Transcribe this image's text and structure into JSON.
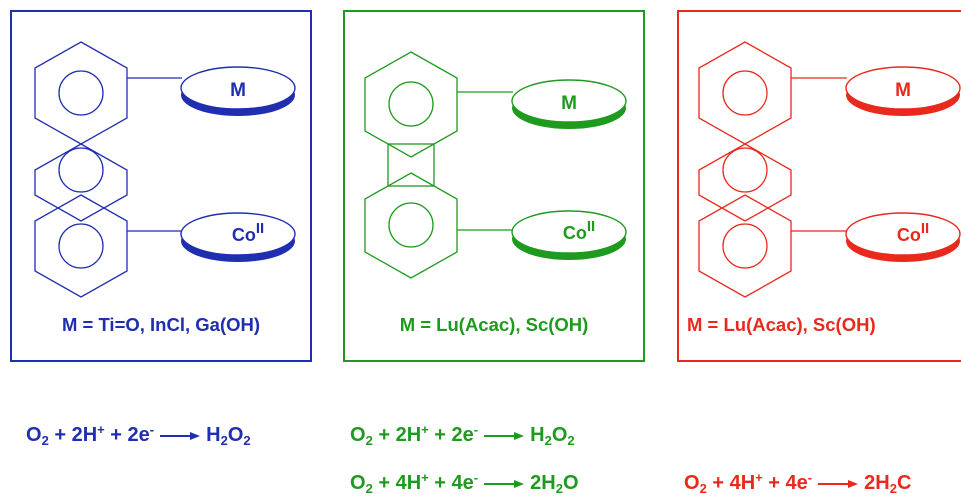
{
  "colors": {
    "blue": "#1f2fb0",
    "green": "#1e9b1e",
    "red": "#e8291c"
  },
  "panels": [
    {
      "metal_label": "M",
      "cobalt_label": "Co",
      "cobalt_sup": "II",
      "caption": "M = Ti=O, InCl, Ga(OH)"
    },
    {
      "metal_label": "M",
      "cobalt_label": "Co",
      "cobalt_sup": "II",
      "caption": "M = Lu(Acac), Sc(OH)"
    },
    {
      "metal_label": "M",
      "cobalt_label": "Co",
      "cobalt_sup": "II",
      "caption": "M = Lu(Acac), Sc(OH)"
    }
  ],
  "equations": {
    "eq1": {
      "lhs_a": "O",
      "lhs_a_sub": "2",
      "lhs_b": " + 2H",
      "lhs_b_sup": "+",
      "lhs_c": " + 2e",
      "lhs_c_sup": "-",
      "rhs_a": "H",
      "rhs_a_sub": "2",
      "rhs_b": "O",
      "rhs_b_sub": "2"
    },
    "eq2": {
      "lhs_a": "O",
      "lhs_a_sub": "2",
      "lhs_b": " + 2H",
      "lhs_b_sup": "+",
      "lhs_c": " + 2e",
      "lhs_c_sup": "-",
      "rhs_a": "H",
      "rhs_a_sub": "2",
      "rhs_b": "O",
      "rhs_b_sub": "2"
    },
    "eq3": {
      "lhs_a": "O",
      "lhs_a_sub": "2",
      "lhs_b": " + 4H",
      "lhs_b_sup": "+",
      "lhs_c": " + 4e",
      "lhs_c_sup": "-",
      "rhs_a": "2H",
      "rhs_a_sub": "2",
      "rhs_b": "O",
      "rhs_b_sub": ""
    },
    "eq4": {
      "lhs_a": "O",
      "lhs_a_sub": "2",
      "lhs_b": " + 4H",
      "lhs_b_sup": "+",
      "lhs_c": " + 4e",
      "lhs_c_sup": "-",
      "rhs_a": "2H",
      "rhs_a_sub": "2",
      "rhs_b": "C",
      "rhs_b_sub": ""
    }
  }
}
